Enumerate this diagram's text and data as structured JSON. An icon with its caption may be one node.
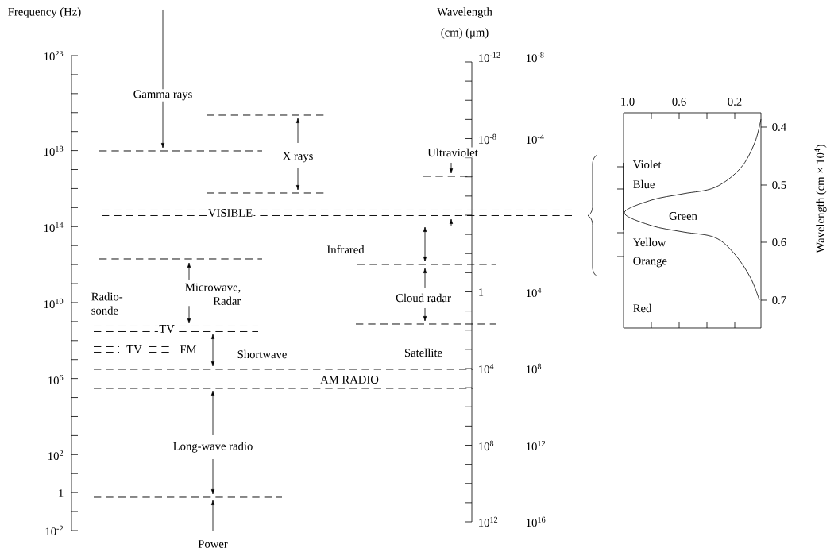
{
  "diagram": {
    "labels": [
      "Frequency (Hz)",
      "Wavelength",
      "(cm) (μm)",
      "10$^{23}$",
      "10$^{-12}$",
      "10$^{-8}$",
      "Gamma rays",
      "1.0",
      "0.6",
      "0.2",
      "0.4",
      "10$^{18}$",
      "X rays",
      "10$^{-8}$",
      "10$^{-4}$",
      "Ultraviolet",
      "Violet",
      "Blue",
      "0.5",
      "VISIBLE",
      "Green",
      "10$^{14}$",
      "Yellow",
      "0.6",
      "Infrared",
      "Orange",
      "Wavelength (cm × 10$^{4}$)",
      "Radio- sonde",
      "Microwave, Radar",
      "10$^{10}$",
      "Cloud radar",
      "1",
      "10$^{4}$",
      "0.7",
      "Red",
      "TV",
      "TV",
      "FM",
      "Shortwave",
      "Satellite",
      "10$^{6}$",
      "10$^{4}$",
      "10$^{8}$",
      "AM RADIO",
      "10$^{2}$",
      "Long-wave radio",
      "10$^{8}$",
      "10$^{12}$",
      "1",
      "10$^{-2}$",
      "10$^{12}$",
      "10$^{16}$",
      "Power"
    ]
  }
}
